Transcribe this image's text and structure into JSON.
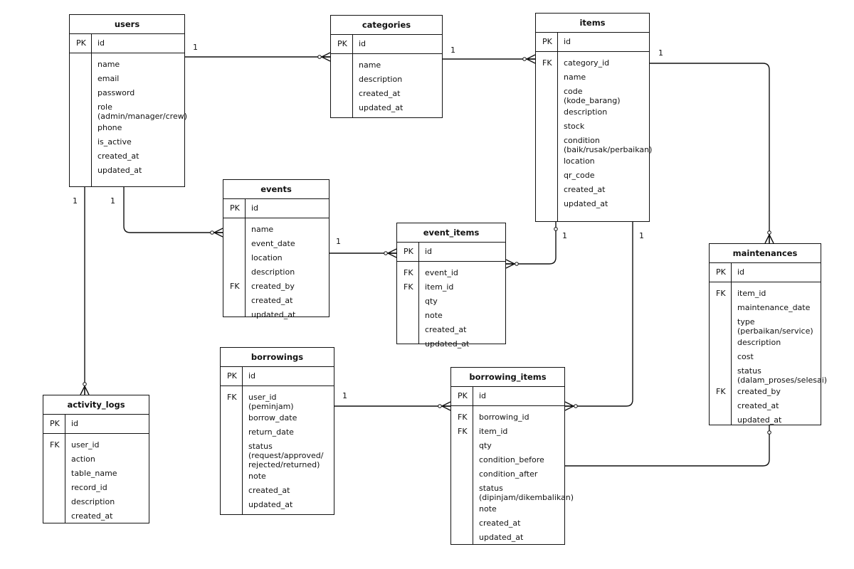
{
  "entities": [
    {
      "id": "users",
      "title": "users",
      "pk": {
        "key": "PK",
        "name": "id"
      },
      "attrs": [
        {
          "key": "",
          "name": "name"
        },
        {
          "key": "",
          "name": "email"
        },
        {
          "key": "",
          "name": "password"
        },
        {
          "key": "",
          "name": "role\n(admin/manager/crew)"
        },
        {
          "key": "",
          "name": "phone"
        },
        {
          "key": "",
          "name": "is_active"
        },
        {
          "key": "",
          "name": "created_at"
        },
        {
          "key": "",
          "name": "updated_at"
        }
      ]
    },
    {
      "id": "categories",
      "title": "categories",
      "pk": {
        "key": "PK",
        "name": "id"
      },
      "attrs": [
        {
          "key": "",
          "name": "name"
        },
        {
          "key": "",
          "name": "description"
        },
        {
          "key": "",
          "name": "created_at"
        },
        {
          "key": "",
          "name": "updated_at"
        }
      ]
    },
    {
      "id": "items",
      "title": "items",
      "pk": {
        "key": "PK",
        "name": "id"
      },
      "attrs": [
        {
          "key": "FK",
          "name": "category_id"
        },
        {
          "key": "",
          "name": "name"
        },
        {
          "key": "",
          "name": "code\n(kode_barang)"
        },
        {
          "key": "",
          "name": "description"
        },
        {
          "key": "",
          "name": "stock"
        },
        {
          "key": "",
          "name": "condition\n(baik/rusak/perbaikan)"
        },
        {
          "key": "",
          "name": "location"
        },
        {
          "key": "",
          "name": "qr_code"
        },
        {
          "key": "",
          "name": "created_at"
        },
        {
          "key": "",
          "name": "updated_at"
        }
      ]
    },
    {
      "id": "events",
      "title": "events",
      "pk": {
        "key": "PK",
        "name": "id"
      },
      "attrs": [
        {
          "key": "",
          "name": "name"
        },
        {
          "key": "",
          "name": "event_date"
        },
        {
          "key": "",
          "name": "location"
        },
        {
          "key": "",
          "name": "description"
        },
        {
          "key": "FK",
          "name": "created_by"
        },
        {
          "key": "",
          "name": "created_at"
        },
        {
          "key": "",
          "name": "updated_at"
        }
      ]
    },
    {
      "id": "event_items",
      "title": "event_items",
      "pk": {
        "key": "PK",
        "name": "id"
      },
      "attrs": [
        {
          "key": "FK",
          "name": "event_id"
        },
        {
          "key": "FK",
          "name": "item_id"
        },
        {
          "key": "",
          "name": "qty"
        },
        {
          "key": "",
          "name": "note"
        },
        {
          "key": "",
          "name": "created_at"
        },
        {
          "key": "",
          "name": "updated_at"
        }
      ]
    },
    {
      "id": "maintenances",
      "title": "maintenances",
      "pk": {
        "key": "PK",
        "name": "id"
      },
      "attrs": [
        {
          "key": "FK",
          "name": "item_id"
        },
        {
          "key": "",
          "name": "maintenance_date"
        },
        {
          "key": "",
          "name": "type\n(perbaikan/service)"
        },
        {
          "key": "",
          "name": "description"
        },
        {
          "key": "",
          "name": "cost"
        },
        {
          "key": "",
          "name": "status\n(dalam_proses/selesai)"
        },
        {
          "key": "FK",
          "name": "created_by"
        },
        {
          "key": "",
          "name": "created_at"
        },
        {
          "key": "",
          "name": "updated_at"
        }
      ]
    },
    {
      "id": "borrowings",
      "title": "borrowings",
      "pk": {
        "key": "PK",
        "name": "id"
      },
      "attrs": [
        {
          "key": "FK",
          "name": "user_id\n(peminjam)"
        },
        {
          "key": "",
          "name": "borrow_date"
        },
        {
          "key": "",
          "name": "return_date"
        },
        {
          "key": "",
          "name": "status\n(request/approved/\nrejected/returned)"
        },
        {
          "key": "",
          "name": "note"
        },
        {
          "key": "",
          "name": "created_at"
        },
        {
          "key": "",
          "name": "updated_at"
        }
      ]
    },
    {
      "id": "borrowing_items",
      "title": "borrowing_items",
      "pk": {
        "key": "PK",
        "name": "id"
      },
      "attrs": [
        {
          "key": "FK",
          "name": "borrowing_id"
        },
        {
          "key": "FK",
          "name": "item_id"
        },
        {
          "key": "",
          "name": "qty"
        },
        {
          "key": "",
          "name": "condition_before"
        },
        {
          "key": "",
          "name": "condition_after"
        },
        {
          "key": "",
          "name": "status\n(dipinjam/dikembalikan)"
        },
        {
          "key": "",
          "name": "note"
        },
        {
          "key": "",
          "name": "created_at"
        },
        {
          "key": "",
          "name": "updated_at"
        }
      ]
    },
    {
      "id": "activity_logs",
      "title": "activity_logs",
      "pk": {
        "key": "PK",
        "name": "id"
      },
      "attrs": [
        {
          "key": "FK",
          "name": "user_id"
        },
        {
          "key": "",
          "name": "action"
        },
        {
          "key": "",
          "name": "table_name"
        },
        {
          "key": "",
          "name": "record_id"
        },
        {
          "key": "",
          "name": "description"
        },
        {
          "key": "",
          "name": "created_at"
        }
      ]
    }
  ],
  "relationships": [
    {
      "id": "users-categories",
      "label": "1"
    },
    {
      "id": "categories-items",
      "label": "1"
    },
    {
      "id": "items-maintenances",
      "label": "1"
    },
    {
      "id": "users-events",
      "label": "1"
    },
    {
      "id": "users-activity_logs",
      "label": "1"
    },
    {
      "id": "events-event_items",
      "label": "1"
    },
    {
      "id": "items-event_items",
      "label": "1"
    },
    {
      "id": "items-borrowing_items",
      "label": "1"
    },
    {
      "id": "borrowings-borrowing_items",
      "label": "1"
    }
  ]
}
